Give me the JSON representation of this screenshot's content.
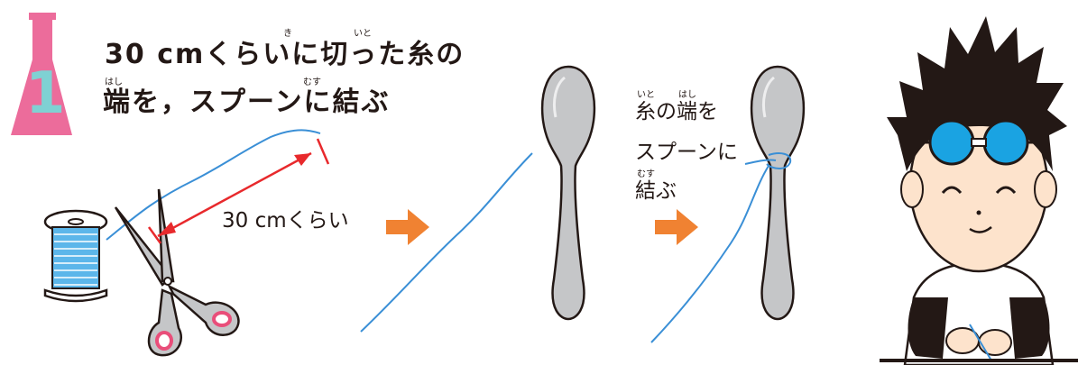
{
  "step": {
    "number": "1",
    "title_line1": "30 cmくらいに切った糸の",
    "title_line2": "端を，スプーンに結ぶ",
    "ruby_ki": "き",
    "ruby_ito": "いと",
    "ruby_hashi": "はし",
    "ruby_musu": "むす"
  },
  "scene1": {
    "measure_label": "30 cmくらい"
  },
  "scene3": {
    "line1": "糸の端を",
    "line2": "スプーンに",
    "line3": "結ぶ",
    "ruby_ito": "いと",
    "ruby_hashi": "はし",
    "ruby_musu": "むす"
  },
  "colors": {
    "flask": "#ec6c9b",
    "step_number": "#7fd1d3",
    "thread": "#3a8fd6",
    "arrow": "#f08232",
    "measure": "#e8292c",
    "spoon": "#c5c6c8",
    "goggles": "#1aa3e2"
  },
  "icons": [
    "flask-icon",
    "arrow-right-icon",
    "spool-icon",
    "scissors-icon",
    "spoon-icon",
    "boy-illustration"
  ]
}
